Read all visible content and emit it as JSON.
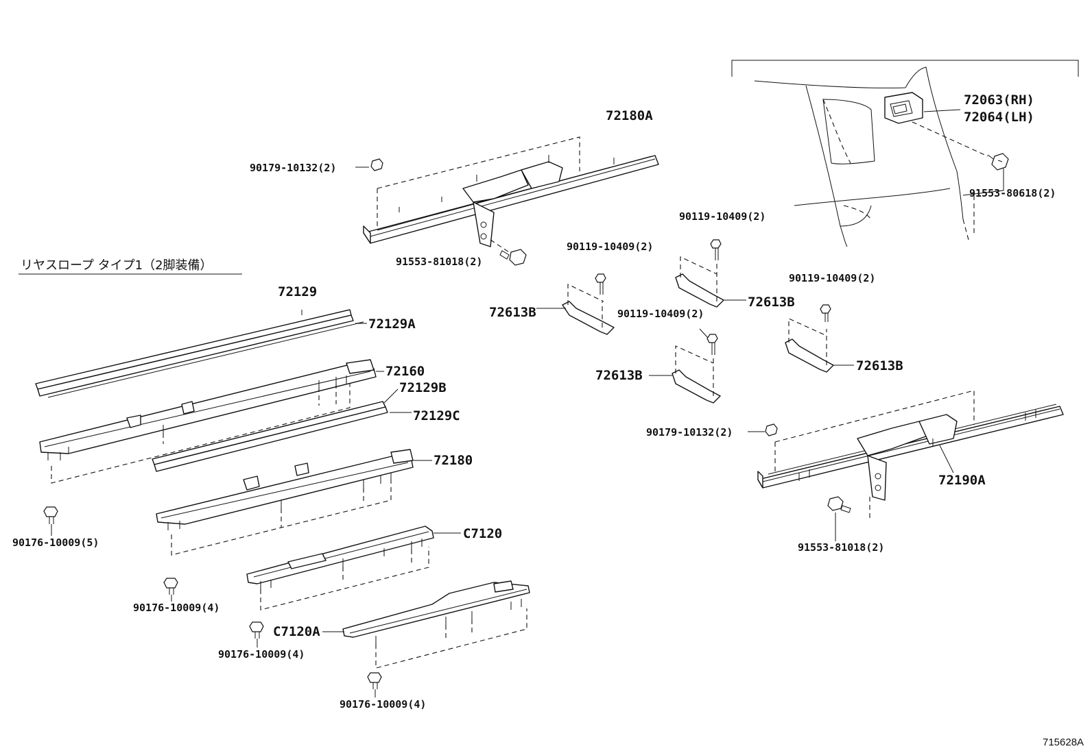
{
  "section_title": "リヤスロープ タイプ1（2脚装備）",
  "diagram_id": "715628A",
  "labels": {
    "p72180A": "72180A",
    "p90179_top": "90179-10132(2)",
    "p91553_81018_top": "91553-81018(2)",
    "p72063": "72063(RH)",
    "p72064": "72064(LH)",
    "p91553_80618": "91553-80618(2)",
    "p90119_a": "90119-10409(2)",
    "p90119_b": "90119-10409(2)",
    "p90119_c": "90119-10409(2)",
    "p90119_d": "90119-10409(2)",
    "p72613B_a": "72613B",
    "p72613B_b": "72613B",
    "p72613B_c": "72613B",
    "p72613B_d": "72613B",
    "p72129": "72129",
    "p72129A": "72129A",
    "p72160": "72160",
    "p72129B": "72129B",
    "p72129C": "72129C",
    "p72180": "72180",
    "pC7120": "C7120",
    "pC7120A": "C7120A",
    "p90176_5": "90176-10009(5)",
    "p90176_4a": "90176-10009(4)",
    "p90176_4b": "90176-10009(4)",
    "p90176_4c": "90176-10009(4)",
    "p90179_right": "90179-10132(2)",
    "p72190A": "72190A",
    "p91553_81018_right": "91553-81018(2)"
  }
}
